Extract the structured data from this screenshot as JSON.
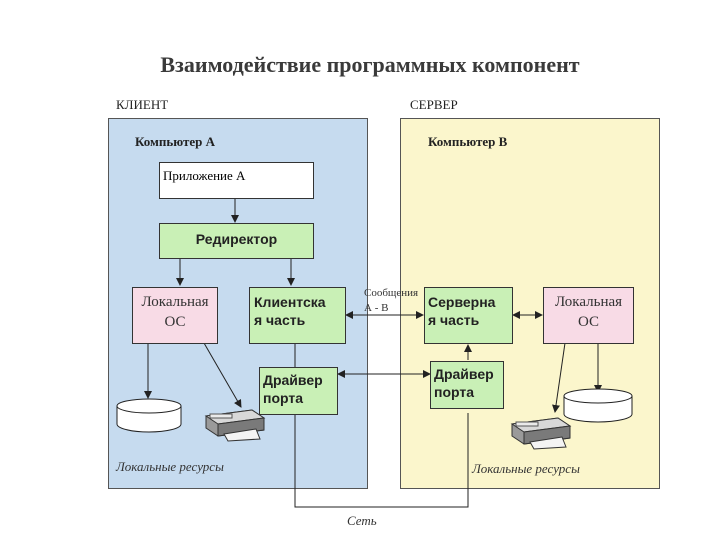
{
  "title": "Взаимодействие программных компонент",
  "client": {
    "label": "КЛИЕНТ",
    "computer": "Компьютер А",
    "app": "Приложение А",
    "redirector": "Редиректор",
    "local_os_line1": "Локальная",
    "local_os_line2": "ОС",
    "client_part_line1": "Клиентска",
    "client_part_line2": "я часть",
    "driver_line1": "Драйвер",
    "driver_line2": "порта",
    "local_resources": "Локальные ресурсы"
  },
  "server": {
    "label": "СЕРВЕР",
    "computer": "Компьютер В",
    "server_part_line1": "Серверна",
    "server_part_line2": "я часть",
    "local_os_line1": "Локальная",
    "local_os_line2": "ОС",
    "driver_line1": "Драйвер",
    "driver_line2": "порта",
    "local_resources": "Локальные ресурсы"
  },
  "messages_line1": "Сообщения",
  "messages_line2": "А - В",
  "network": "Сеть",
  "colors": {
    "client_panel": "#c6dbef",
    "server_panel": "#fbf6cc",
    "green_box": "#c9f0b6",
    "pink_box": "#f8dbe6"
  },
  "icons": [
    "disk-icon",
    "printer-icon"
  ]
}
